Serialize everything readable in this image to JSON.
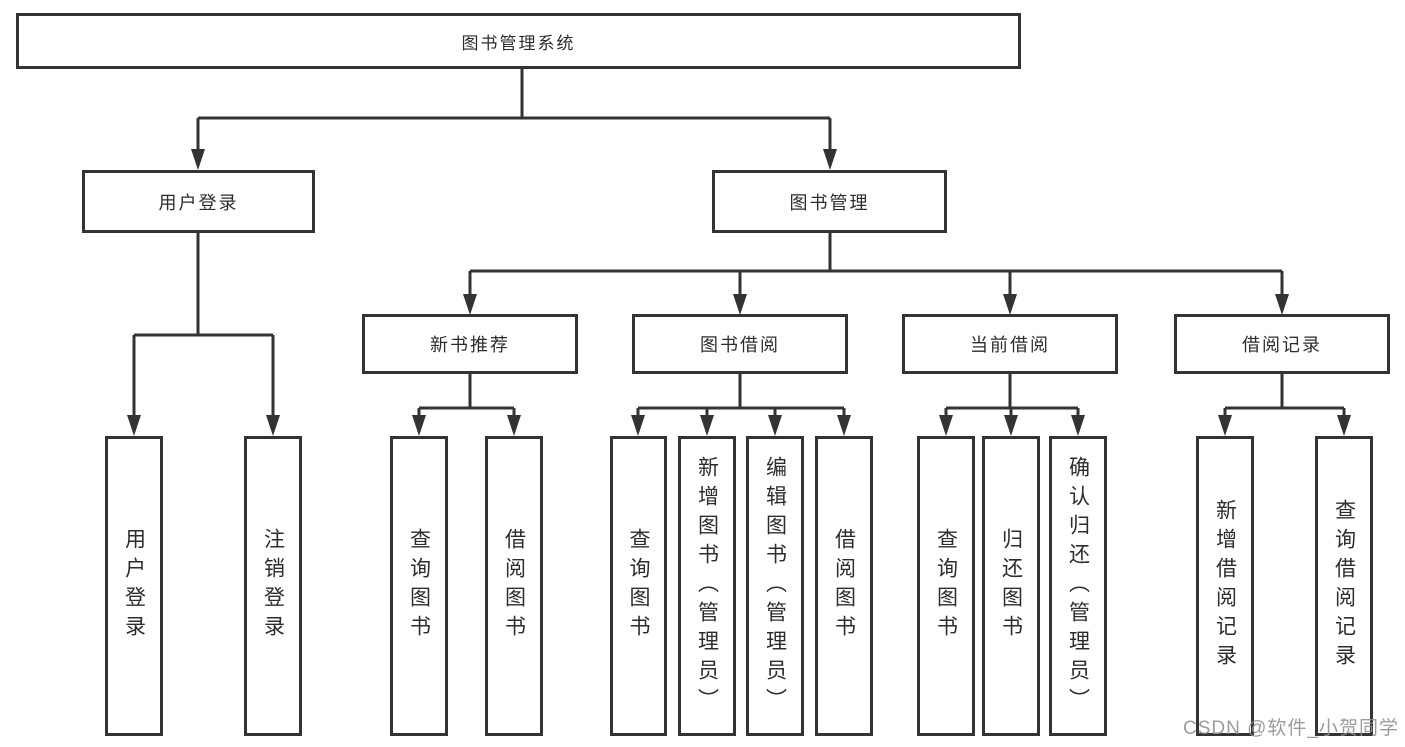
{
  "diagram": {
    "type": "hierarchy-tree",
    "title": "图书管理系统",
    "orientation": "top-down",
    "colors": {
      "line": "#333333",
      "box_border": "#333333",
      "box_fill": "#ffffff",
      "text": "#2d2d2d",
      "background": "#ffffff",
      "watermark": "#919191"
    }
  },
  "tree": {
    "root": "图书管理系统",
    "children": [
      {
        "label": "用户登录",
        "children": [
          "用户登录",
          "注销登录"
        ]
      },
      {
        "label": "图书管理",
        "children": [
          {
            "label": "新书推荐",
            "children": [
              "查询图书",
              "借阅图书"
            ]
          },
          {
            "label": "图书借阅",
            "children": [
              "查询图书",
              "新增图书（管理员）",
              "编辑图书（管理员）",
              "借阅图书"
            ]
          },
          {
            "label": "当前借阅",
            "children": [
              "查询图书",
              "归还图书",
              "确认归还（管理员）"
            ]
          },
          {
            "label": "借阅记录",
            "children": [
              "新增借阅记录",
              "查询借阅记录"
            ]
          }
        ]
      }
    ]
  },
  "watermark": "CSDN @软件_小贺同学"
}
